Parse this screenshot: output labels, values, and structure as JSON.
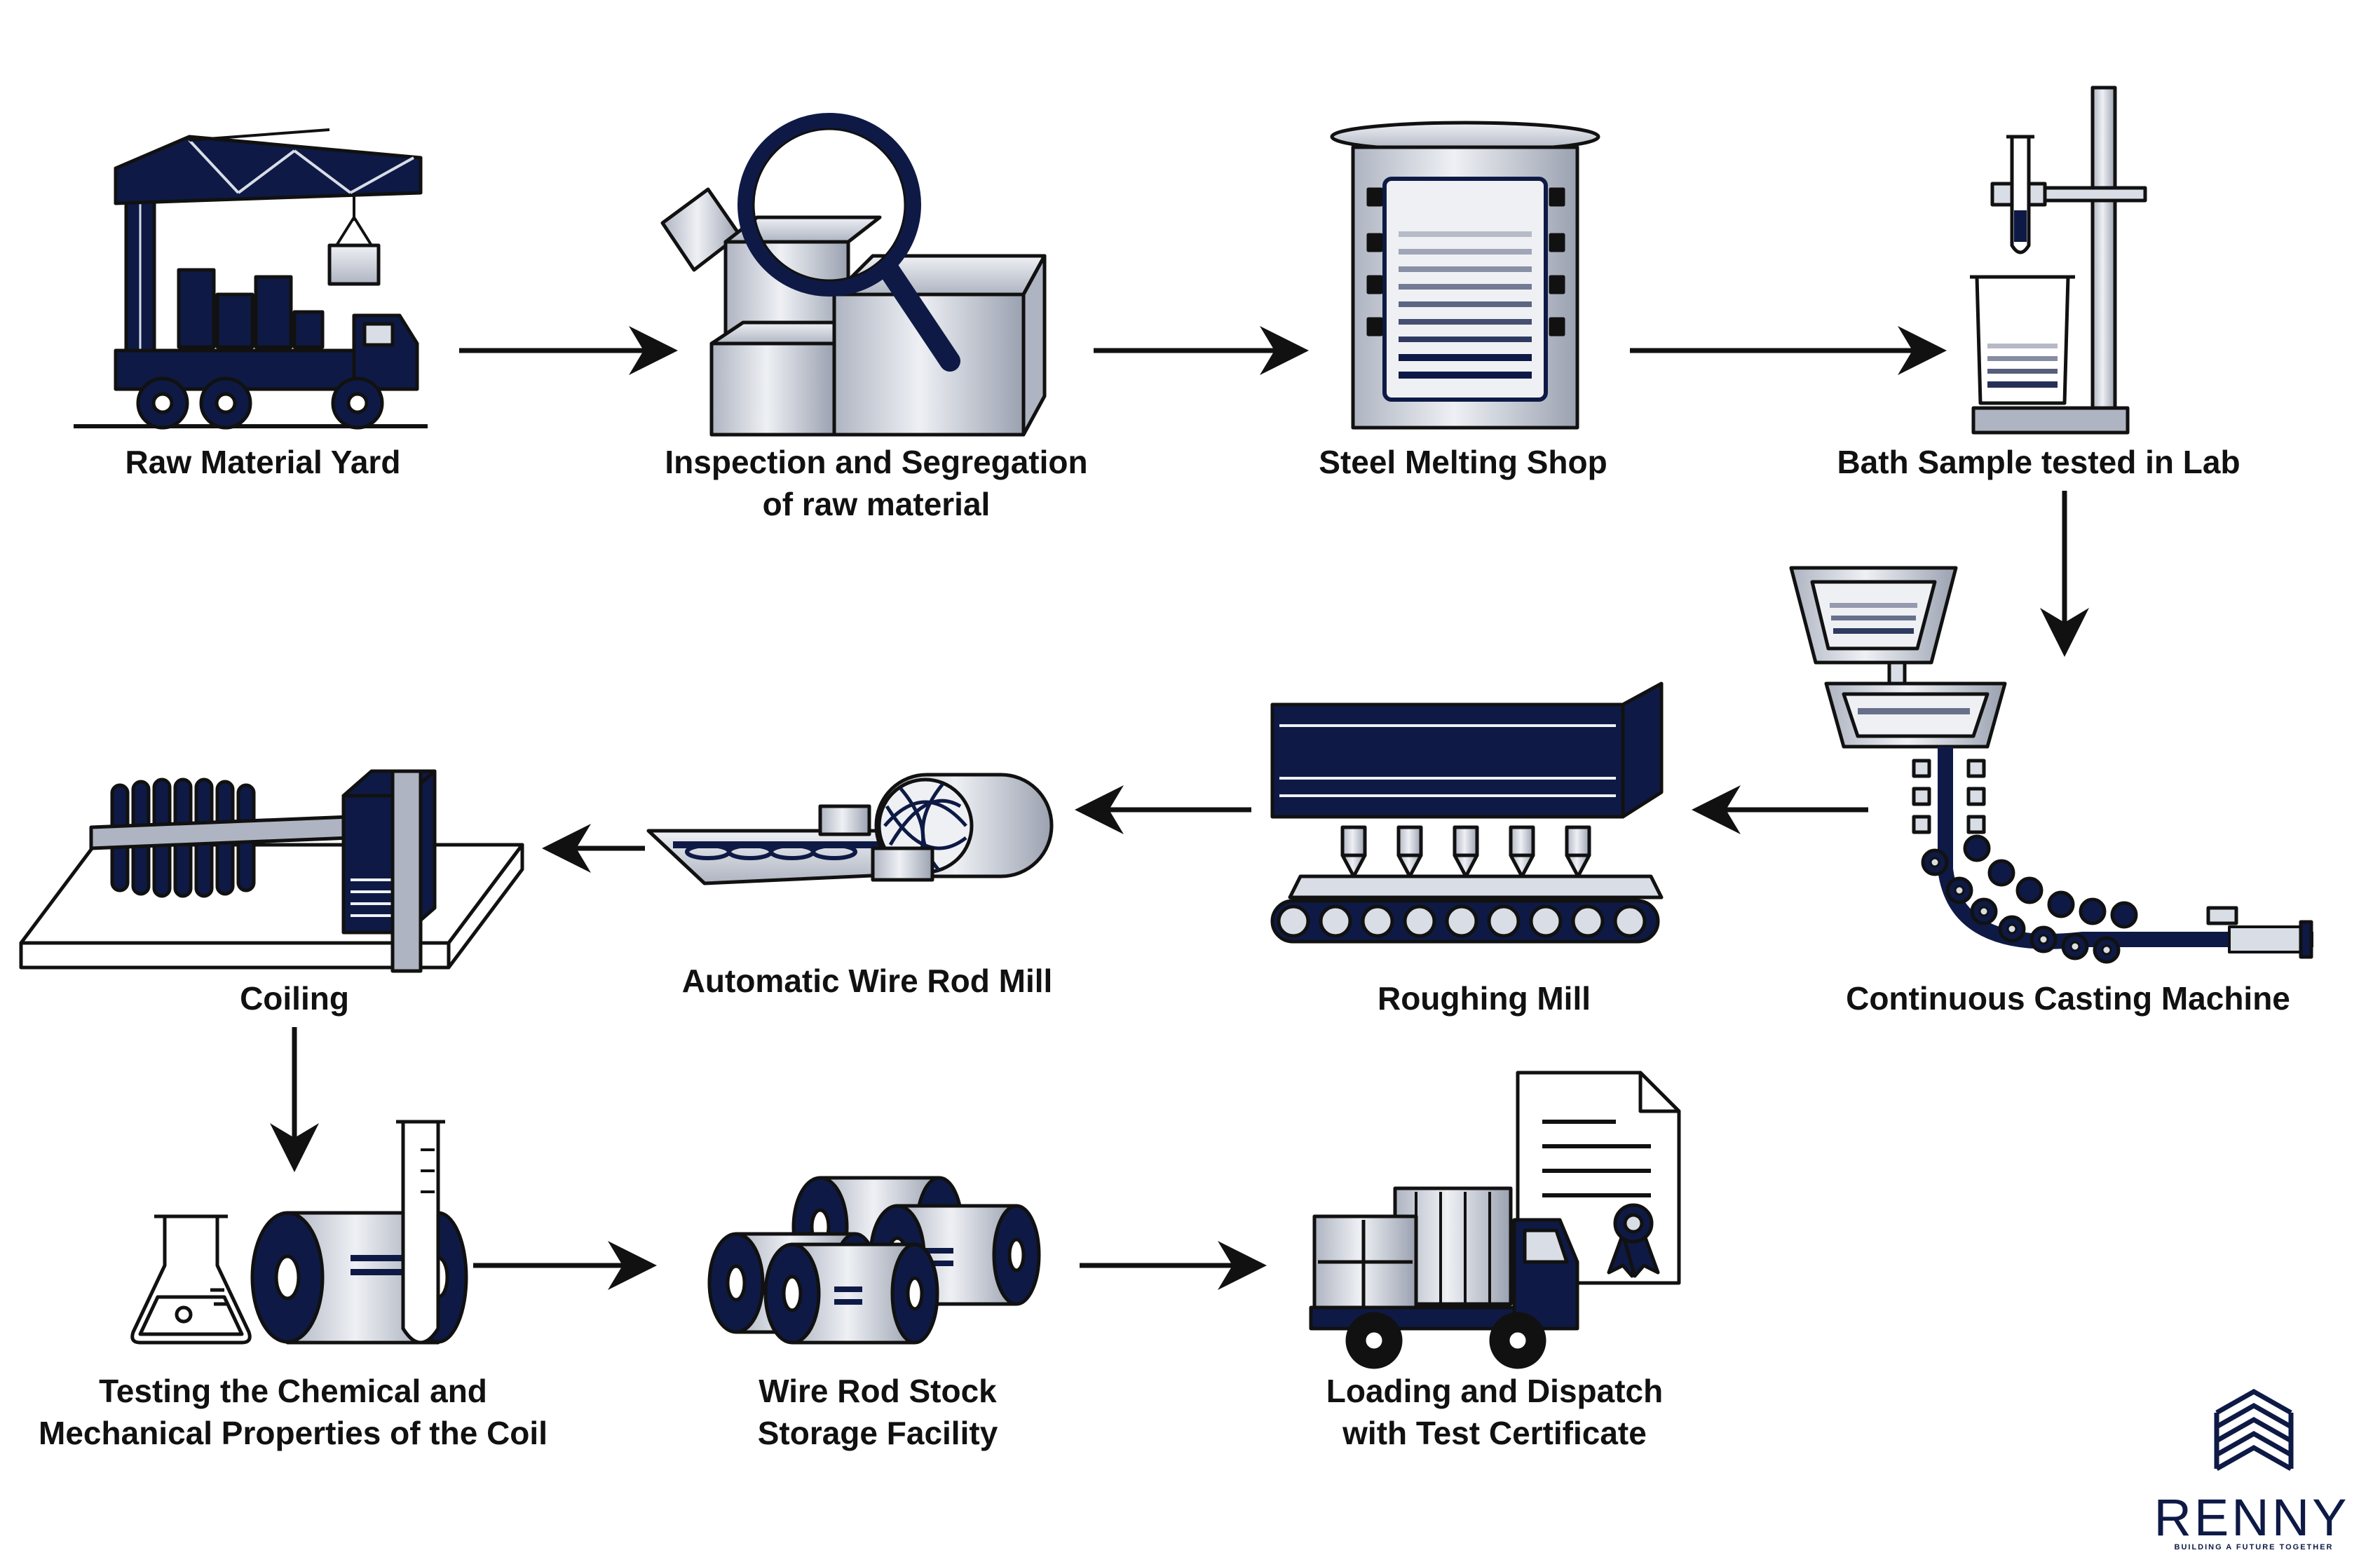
{
  "colors": {
    "navy": "#0e1a45",
    "steel_light": "#d9dde6",
    "steel_mid": "#aeb4c1",
    "outline": "#111111",
    "background": "#ffffff"
  },
  "steps": [
    {
      "id": "raw-material-yard",
      "lines": [
        "Raw Material Yard"
      ],
      "icon": "crane-truck-icon"
    },
    {
      "id": "inspection",
      "lines": [
        "Inspection and Segregation",
        "of raw material"
      ],
      "icon": "magnifier-boxes-icon"
    },
    {
      "id": "steel-melting-shop",
      "lines": [
        "Steel Melting Shop"
      ],
      "icon": "furnace-icon"
    },
    {
      "id": "bath-sample",
      "lines": [
        "Bath Sample tested in Lab"
      ],
      "icon": "lab-stand-icon"
    },
    {
      "id": "continuous-casting",
      "lines": [
        "Continuous Casting Machine"
      ],
      "icon": "casting-machine-icon"
    },
    {
      "id": "roughing-mill",
      "lines": [
        "Roughing Mill"
      ],
      "icon": "roughing-mill-icon"
    },
    {
      "id": "wire-rod-mill",
      "lines": [
        "Automatic Wire Rod Mill"
      ],
      "icon": "wire-rod-mill-icon"
    },
    {
      "id": "coiling",
      "lines": [
        "Coiling"
      ],
      "icon": "coiling-machine-icon"
    },
    {
      "id": "testing",
      "lines": [
        "Testing the Chemical and",
        "Mechanical Properties of the Coil"
      ],
      "icon": "test-coil-icon"
    },
    {
      "id": "stock-storage",
      "lines": [
        "Wire Rod Stock",
        "Storage Facility"
      ],
      "icon": "coil-stack-icon"
    },
    {
      "id": "dispatch",
      "lines": [
        "Loading and Dispatch",
        "with Test Certificate"
      ],
      "icon": "truck-certificate-icon"
    }
  ],
  "flow": [
    [
      "raw-material-yard",
      "inspection"
    ],
    [
      "inspection",
      "steel-melting-shop"
    ],
    [
      "steel-melting-shop",
      "bath-sample"
    ],
    [
      "bath-sample",
      "continuous-casting"
    ],
    [
      "continuous-casting",
      "roughing-mill"
    ],
    [
      "roughing-mill",
      "wire-rod-mill"
    ],
    [
      "wire-rod-mill",
      "coiling"
    ],
    [
      "coiling",
      "testing"
    ],
    [
      "testing",
      "stock-storage"
    ],
    [
      "stock-storage",
      "dispatch"
    ]
  ],
  "brand": {
    "name": "RENNY",
    "tagline": "BUILDING A FUTURE TOGETHER",
    "icon": "layered-logo-icon"
  }
}
